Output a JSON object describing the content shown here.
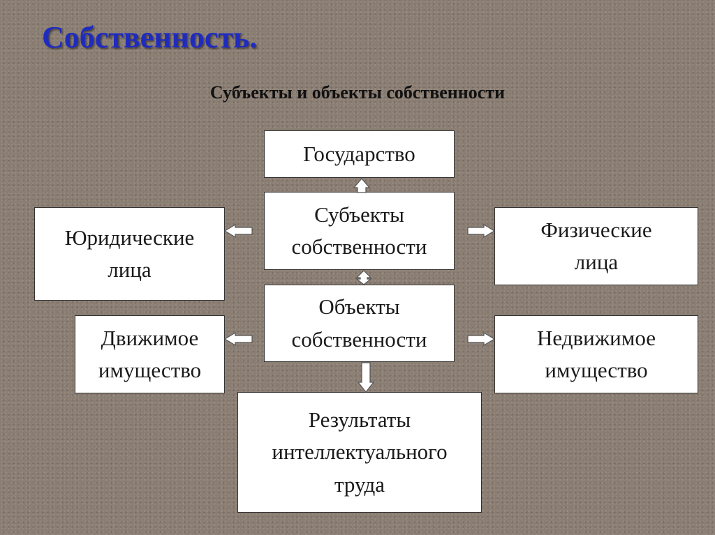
{
  "title": "Собственность.",
  "subtitle": "Субъекты и объекты собственности",
  "boxes": {
    "state": [
      "Государство"
    ],
    "subjects": [
      "Субъекты",
      "собственности"
    ],
    "legal": [
      "Юридические",
      "лица"
    ],
    "natural": [
      "Физические",
      "лица"
    ],
    "objects": [
      "Объекты",
      "собственности"
    ],
    "movable": [
      "Движимое",
      "имущество"
    ],
    "immovable": [
      "Недвижимое",
      "имущество"
    ],
    "intellectual": [
      "Результаты",
      "интеллектуального",
      "труда"
    ]
  },
  "colors": {
    "title": "#1f2bbf",
    "background": "#8a7d72",
    "box_fill": "#ffffff",
    "box_border": "#333333"
  }
}
